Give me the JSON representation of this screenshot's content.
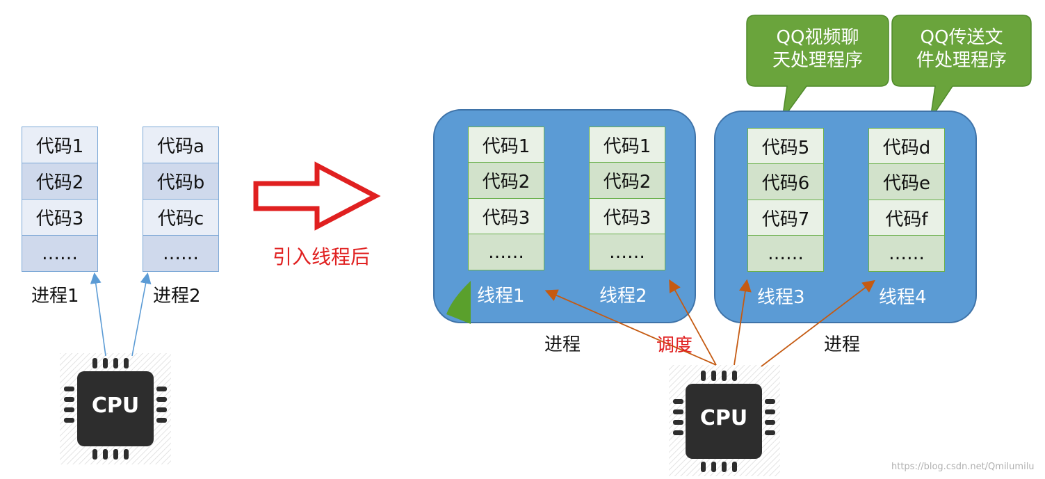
{
  "left": {
    "process1": {
      "cells": [
        "代码1",
        "代码2",
        "代码3",
        "……"
      ],
      "label": "进程1"
    },
    "process2": {
      "cells": [
        "代码a",
        "代码b",
        "代码c",
        "……"
      ],
      "label": "进程2"
    },
    "cpu_label": "CPU"
  },
  "transition": {
    "label": "引入线程后"
  },
  "right": {
    "process_a": {
      "label": "进程",
      "thread1": {
        "cells": [
          "代码1",
          "代码2",
          "代码3",
          "……"
        ],
        "label": "线程1"
      },
      "thread2": {
        "cells": [
          "代码1",
          "代码2",
          "代码3",
          "……"
        ],
        "label": "线程2"
      }
    },
    "process_b": {
      "label": "进程",
      "thread3": {
        "cells": [
          "代码5",
          "代码6",
          "代码7",
          "……"
        ],
        "label": "线程3"
      },
      "thread4": {
        "cells": [
          "代码d",
          "代码e",
          "代码f",
          "……"
        ],
        "label": "线程4"
      }
    },
    "callout1": {
      "line1": "QQ视频聊",
      "line2": "天处理程序"
    },
    "callout2": {
      "line1": "QQ传送文",
      "line2": "件处理程序"
    },
    "schedule_label": "调度",
    "cpu_label": "CPU"
  },
  "watermark": "https://blog.csdn.net/Qmilumilu",
  "colors": {
    "process_fill": "#5b9bd5",
    "thread_border": "#6ab04c",
    "callout_fill": "#6aa43c",
    "schedule_arrow": "#c55a11",
    "left_arrow": "#5b9bd5",
    "big_arrow": "#e02020"
  }
}
